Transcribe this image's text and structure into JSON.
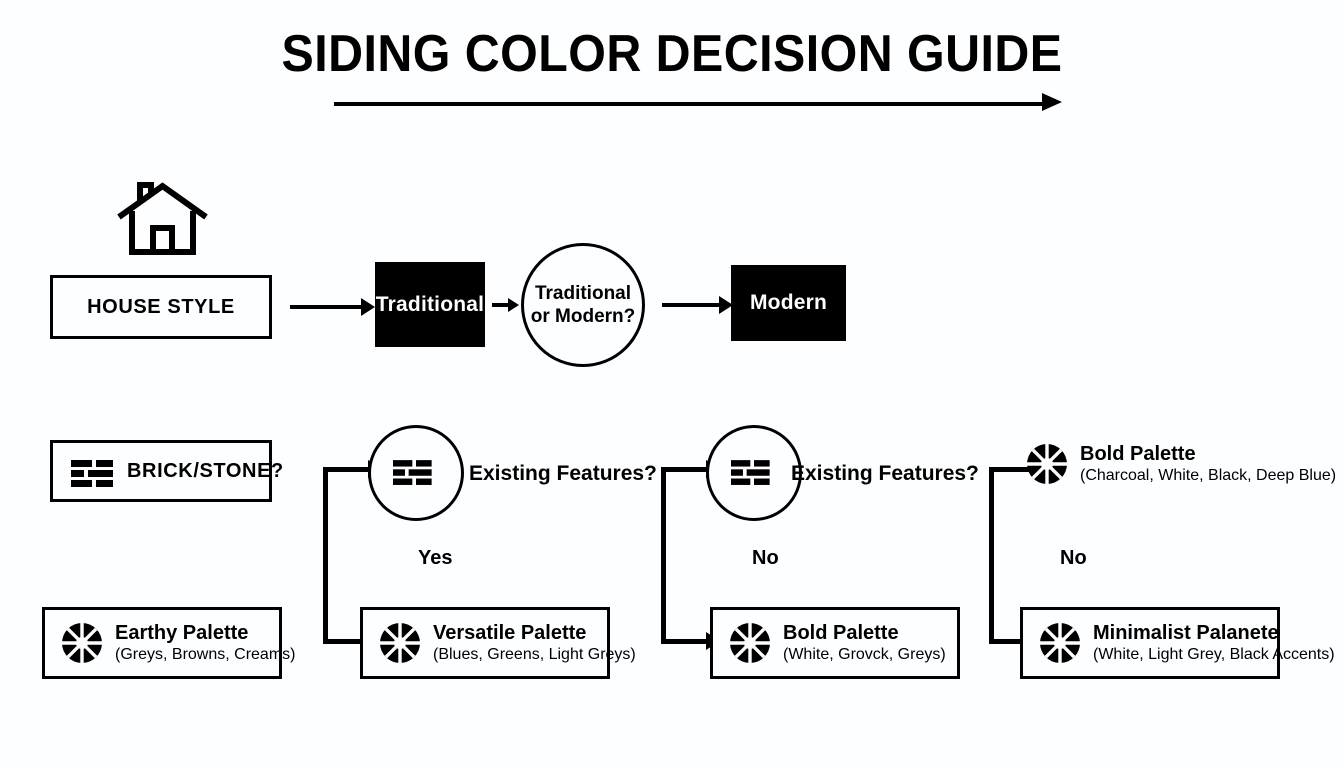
{
  "title": "SIDING COLOR DECISION GUIDE",
  "icons": {
    "house": "house-icon",
    "brick": "brick-icon",
    "wheel": "color-wheel-icon",
    "arrow": "arrow-right-icon"
  },
  "row1": {
    "start_box": "HOUSE STYLE",
    "traditional": "Traditional",
    "decision": {
      "line1": "Traditional",
      "line2": "or Modern?"
    },
    "modern": "Modern"
  },
  "row2": {
    "brick_stone_box": "BRICK/STONE?",
    "existing_features_left": "Existing Features?",
    "existing_features_right": "Existing Features?",
    "bold_palette_plain": {
      "title": "Bold Palette",
      "subtitle": "(Charcoal, White, Black, Deep Blue)"
    }
  },
  "branch_labels": {
    "left": "Yes",
    "middle": "No",
    "right": "No"
  },
  "row3": [
    {
      "title": "Earthy Palette",
      "subtitle": "(Greys, Browns, Creams)"
    },
    {
      "title": "Versatile Palette",
      "subtitle": "(Blues, Greens, Light Greys)"
    },
    {
      "title": "Bold Palette",
      "subtitle": "(White, Grovck, Greys)"
    },
    {
      "title": "Minimalist Palanete",
      "subtitle": "(White, Light Grey, Black Accents)"
    }
  ],
  "colors": {
    "ink": "#000000",
    "background": "#fdfeff"
  }
}
